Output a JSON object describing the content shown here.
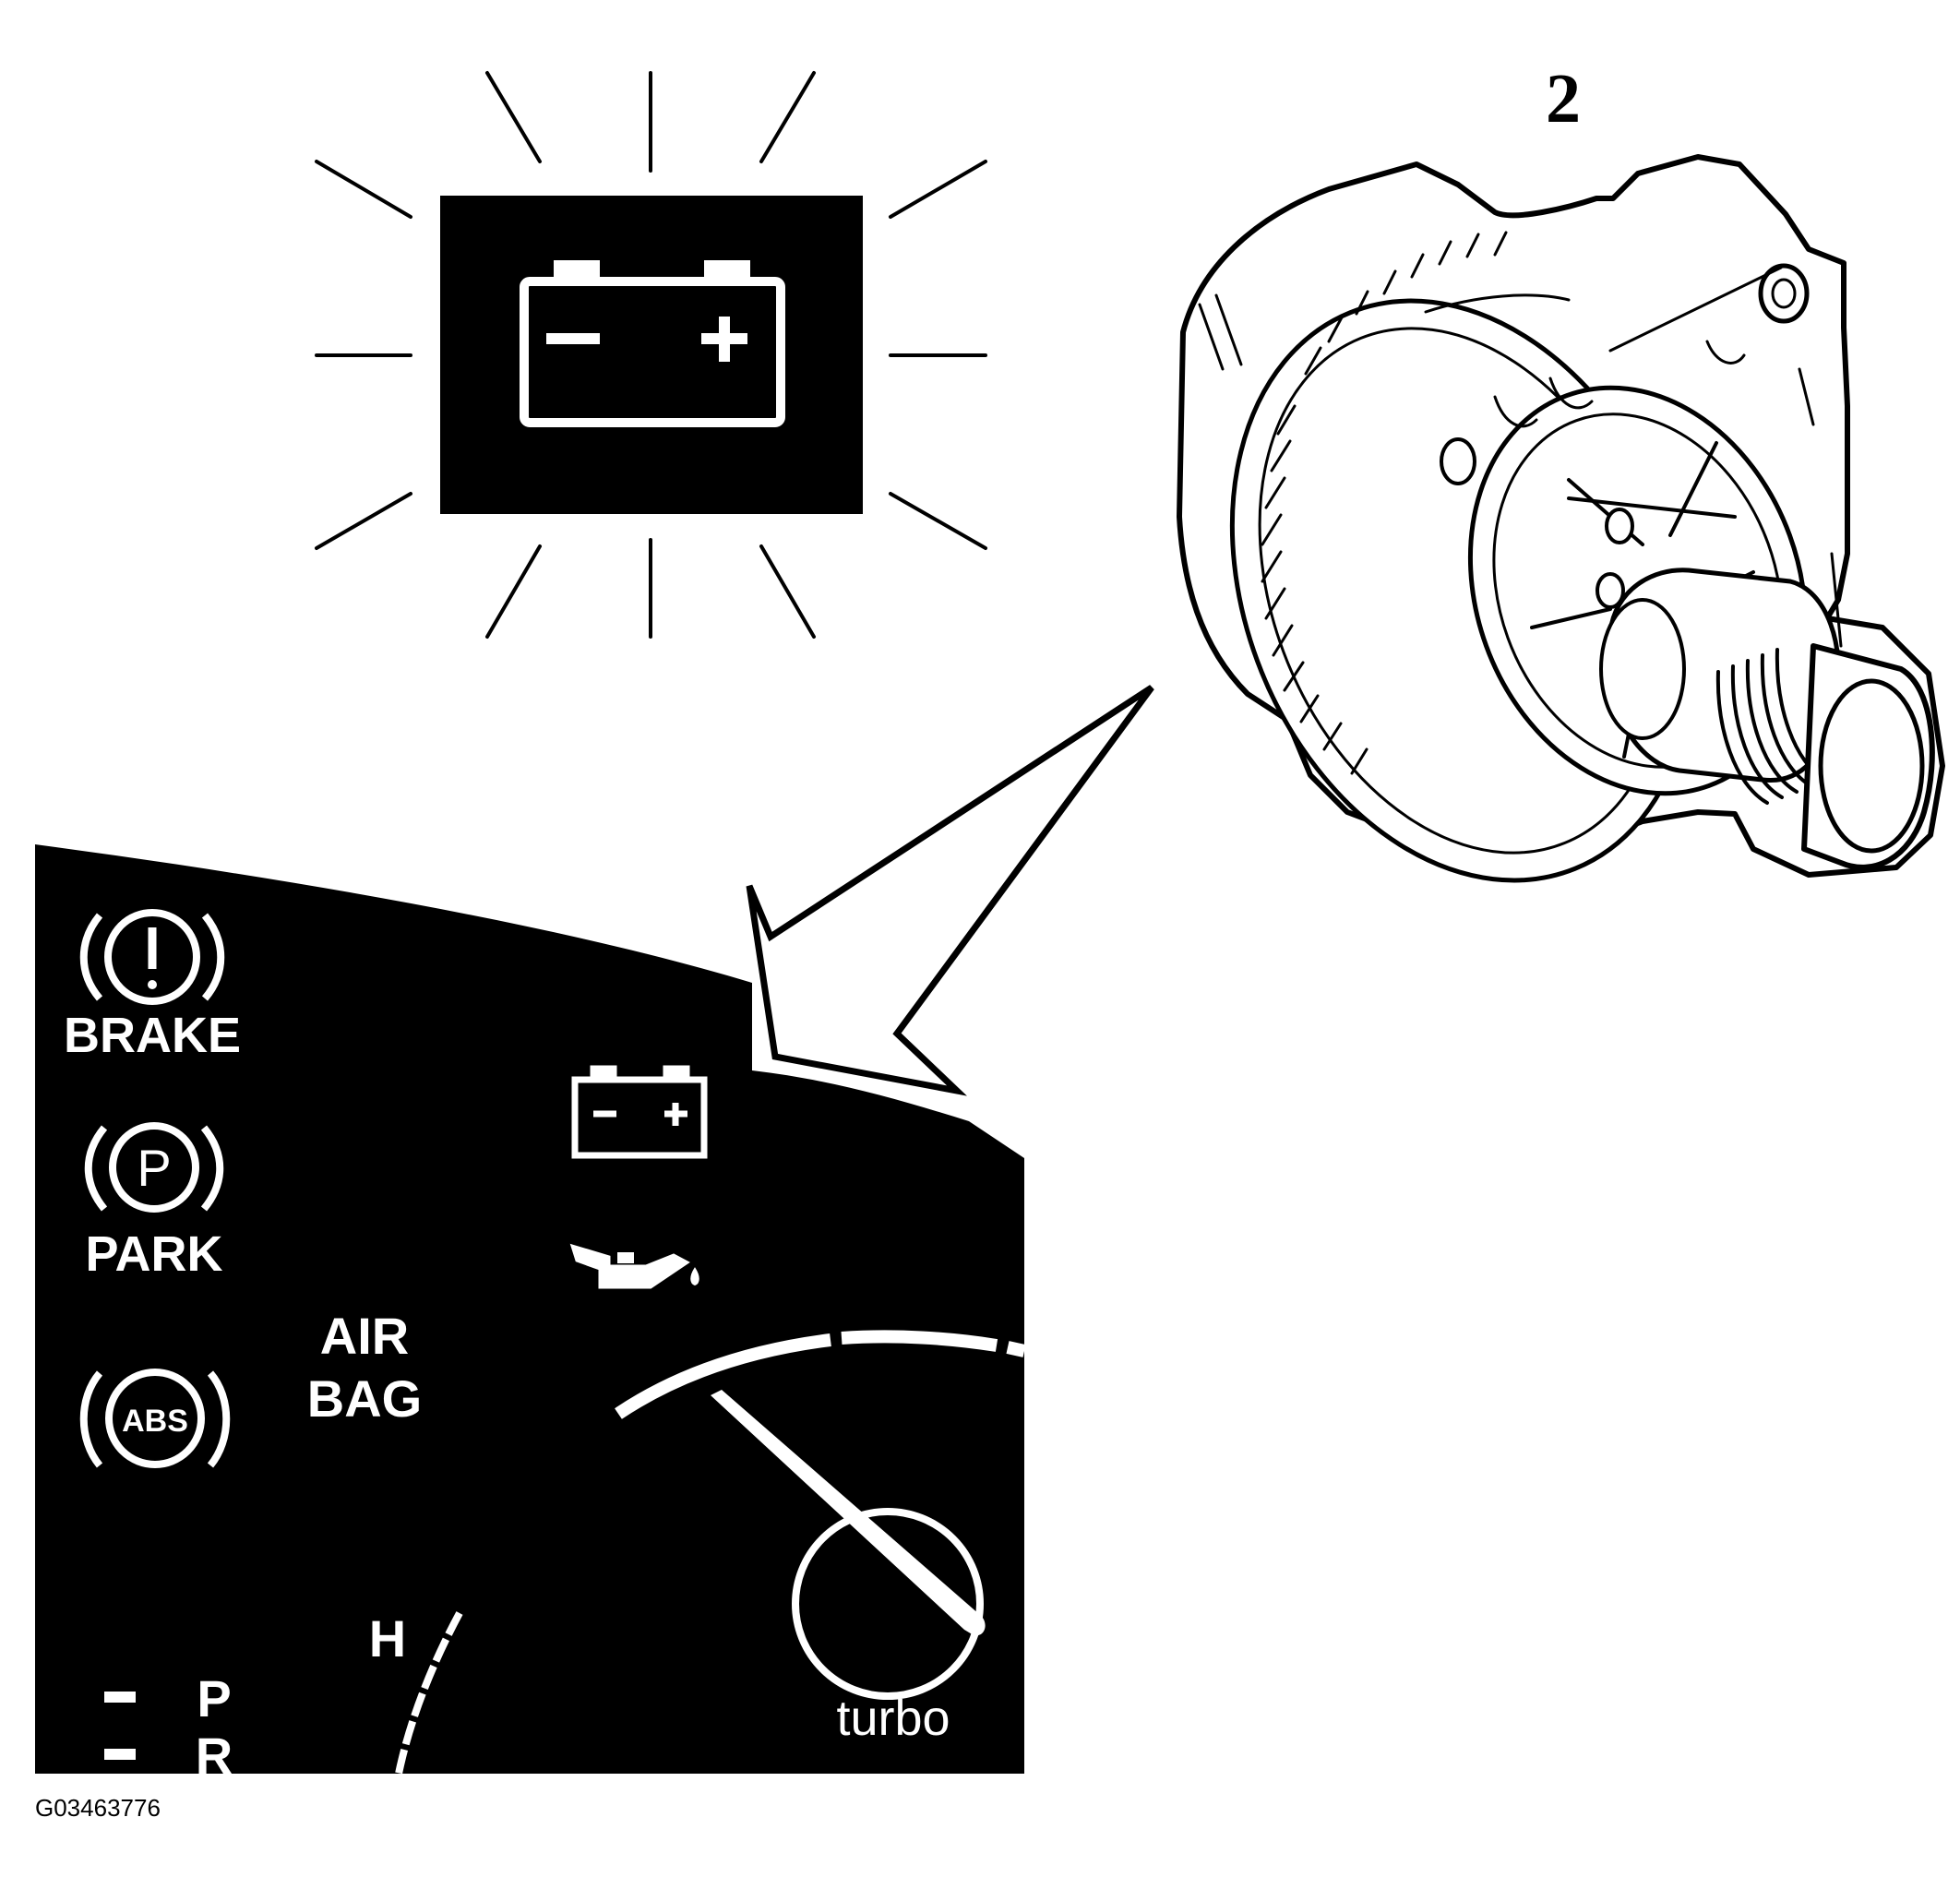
{
  "callout_number": "2",
  "cluster": {
    "brake_label": "BRAKE",
    "park_label": "PARK",
    "airbag_line1": "AIR",
    "airbag_line2": "BAG",
    "abs_label": "ABS",
    "park_symbol": "P",
    "turbo_label": "turbo",
    "temp_label": "H",
    "gear_p": "P",
    "gear_r": "R"
  },
  "figure_code": "G03463776",
  "icons": {
    "warning_lamp": "battery-charge-icon",
    "cluster_lamps": [
      "brake-warning-icon",
      "parking-brake-icon",
      "abs-icon",
      "battery-icon",
      "oil-pressure-icon"
    ],
    "component": "alternator-icon",
    "pointer": "callout-arrow-icon"
  },
  "colors": {
    "ink": "#000000",
    "paper": "#ffffff"
  }
}
